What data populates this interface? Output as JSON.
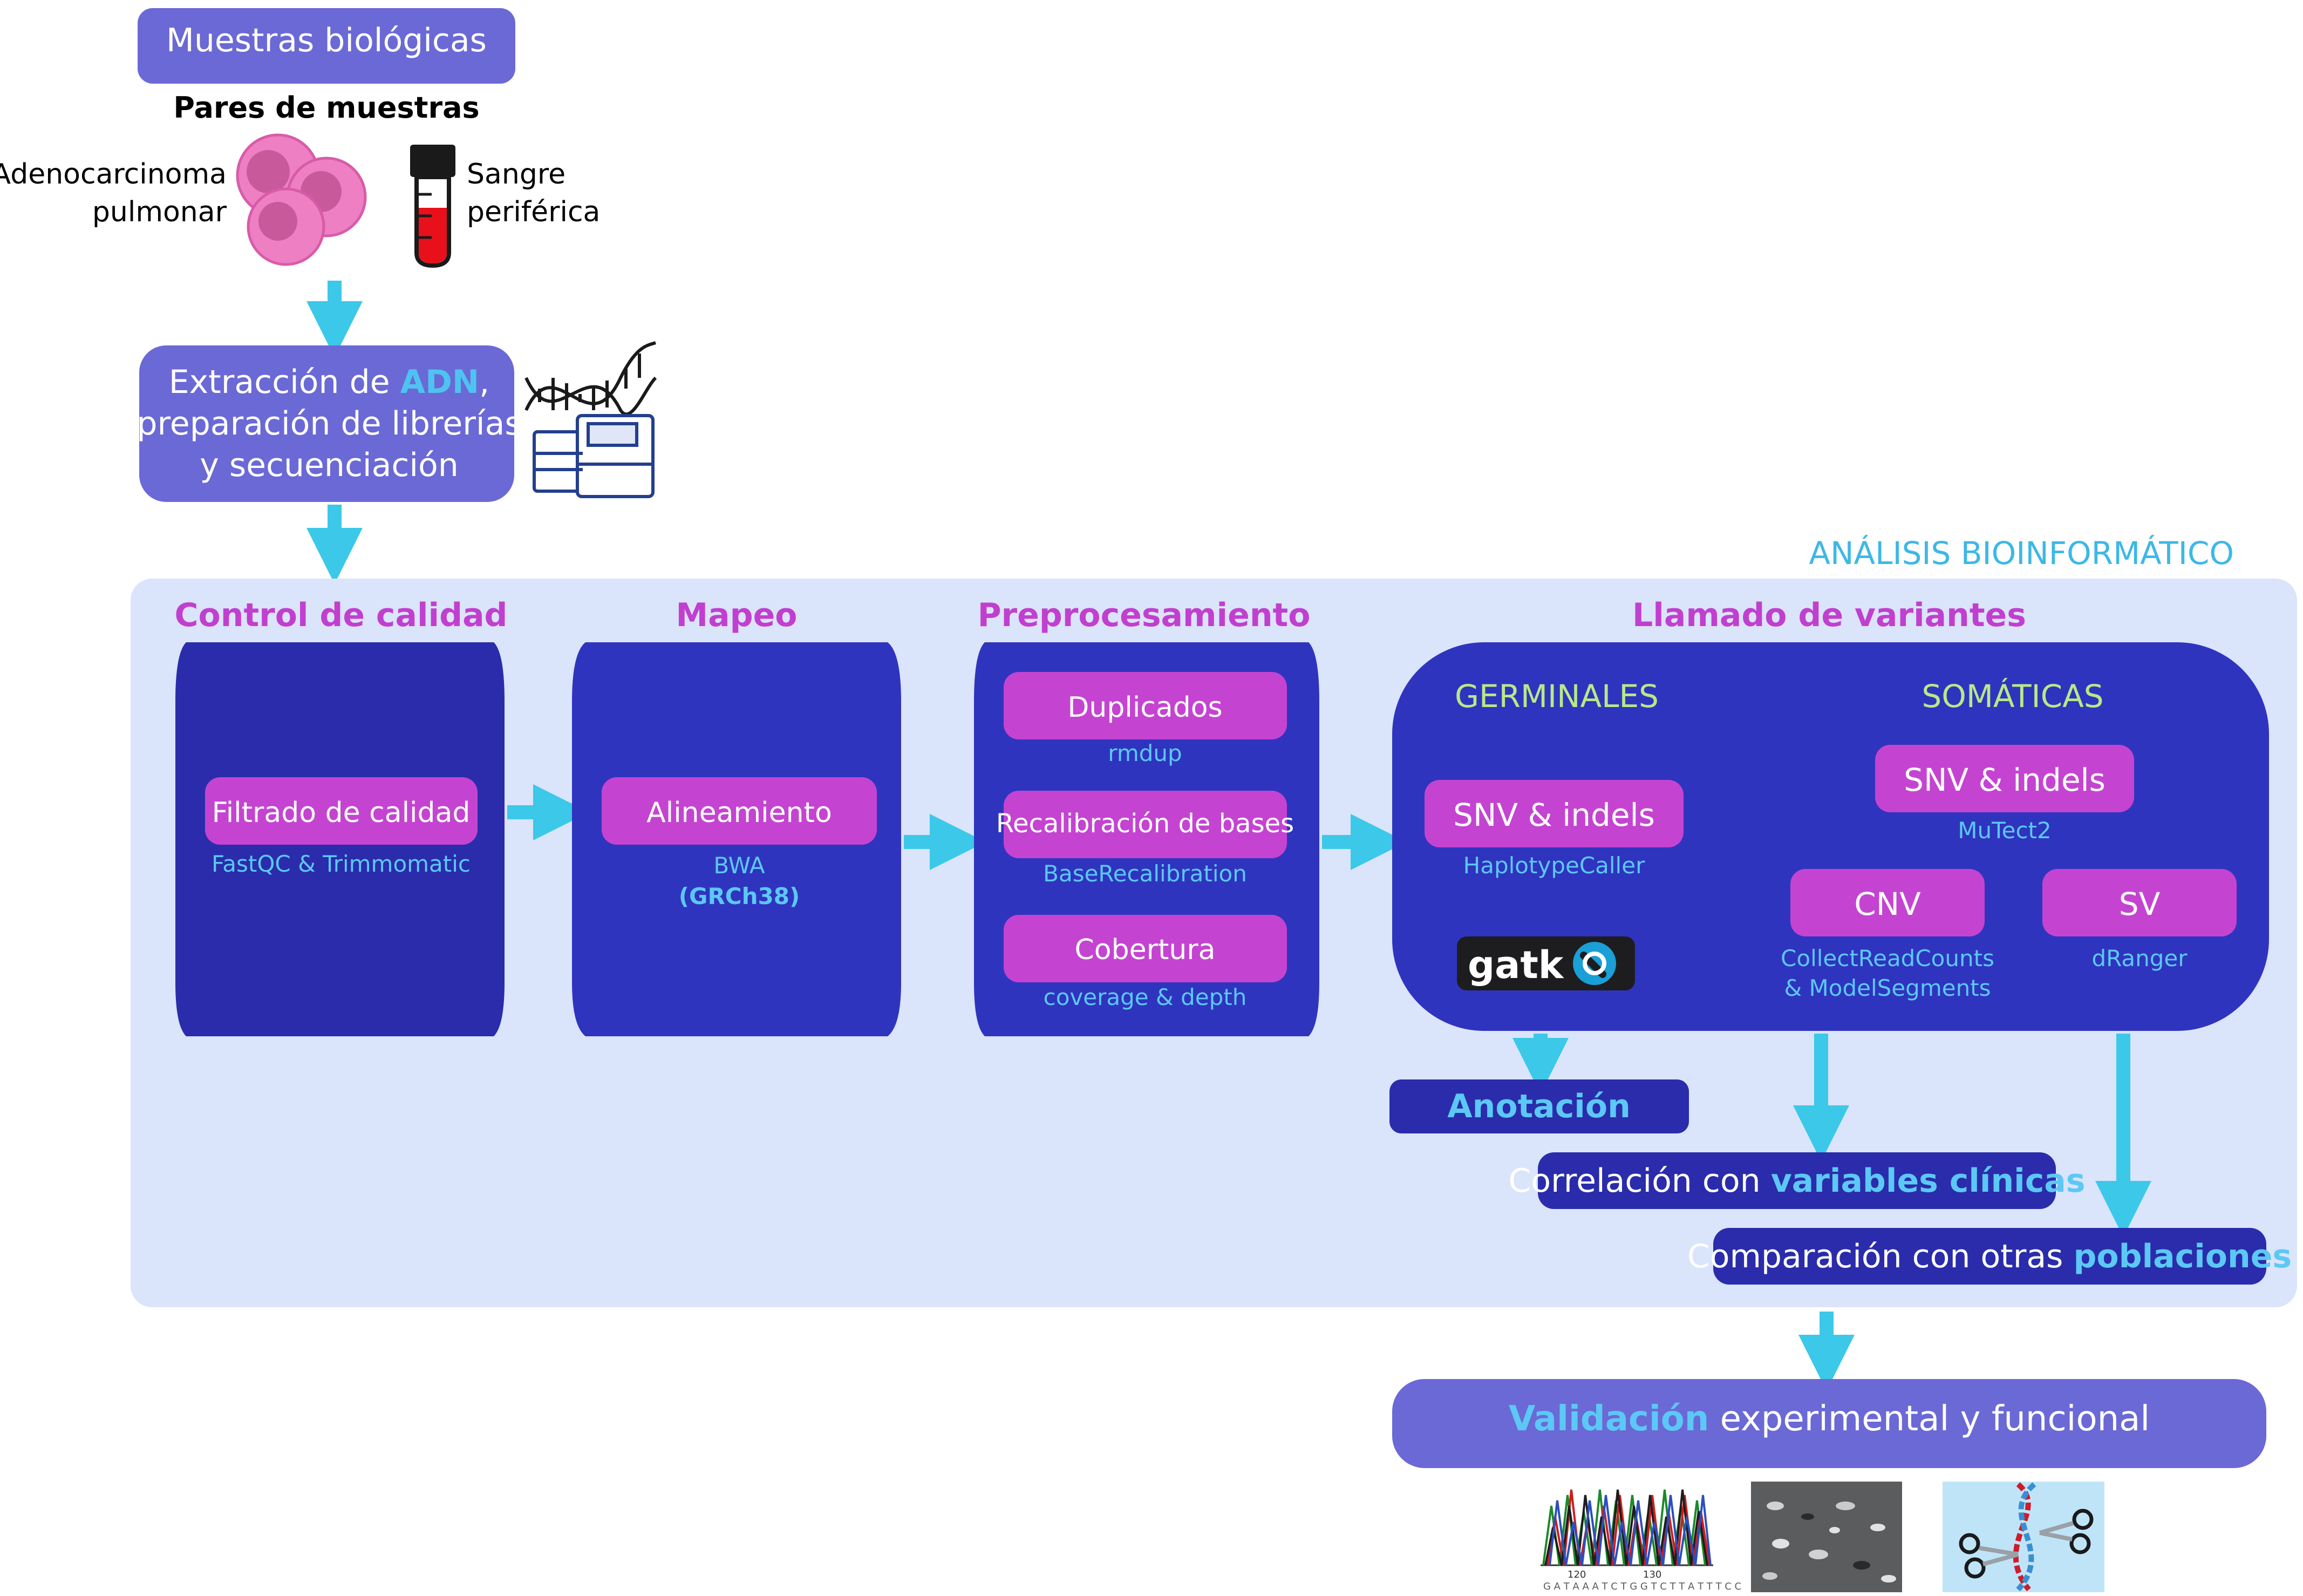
{
  "top": {
    "samples_title": "Muestras biológicas",
    "pairs_label": "Pares de muestras",
    "tissue_line1": "Adenocarcinoma",
    "tissue_line2": "pulmonar",
    "blood_line1": "Sangre",
    "blood_line2": "periférica"
  },
  "extraction": {
    "line1_pre": "Extracción de ",
    "line1_hl": "ADN",
    "line1_post": ",",
    "line2": "preparación de librerías",
    "line3": "y secuenciación"
  },
  "section_label": "ANÁLISIS BIOINFORMÁTICO",
  "quality": {
    "title": "Control de calidad",
    "step": "Filtrado de calidad",
    "tool": "FastQC & Trimmomatic"
  },
  "mapping": {
    "title": "Mapeo",
    "step": "Alineamiento",
    "tool": "BWA",
    "ref": "(GRCh38)"
  },
  "preprocessing": {
    "title": "Preprocesamiento",
    "steps": [
      {
        "label": "Duplicados",
        "tool": "rmdup"
      },
      {
        "label": "Recalibración de bases",
        "tool": "BaseRecalibration"
      },
      {
        "label": "Cobertura",
        "tool": "coverage & depth"
      }
    ]
  },
  "variants": {
    "title": "Llamado de variantes",
    "germinal_title": "GERMINALES",
    "somatic_title": "SOMÁTICAS",
    "germ_step": "SNV & indels",
    "germ_tool": "HaplotypeCaller",
    "logo_text": "gatk",
    "som_snv": "SNV & indels",
    "som_snv_tool": "MuTect2",
    "cnv": "CNV",
    "cnv_tool_1": "CollectReadCounts",
    "cnv_tool_2": "& ModelSegments",
    "sv": "SV",
    "sv_tool": "dRanger"
  },
  "downstream": {
    "annotation": "Anotación",
    "corr_pre": "Correlación con ",
    "corr_hl": "variables clínicas",
    "comp_pre": "Comparación con otras ",
    "comp_hl": "poblaciones"
  },
  "validation": {
    "hl": "Validación",
    "rest": " experimental y funcional",
    "chrom_tick1": "120",
    "chrom_tick2": "130",
    "chrom_seq": "G A T A A A T C T G G T C T T A T T T C C"
  },
  "colors": {
    "lavender_box": "#6b69d6",
    "navy_box": "#2f34bf",
    "dark_navy": "#2a2cab",
    "magenta": "#c444d1",
    "title_magenta": "#c13fcf",
    "cyan": "#3cc8e8",
    "light_panel": "#dae4fb",
    "green_title": "#b8e986",
    "tool_text": "#5cc8f5"
  }
}
